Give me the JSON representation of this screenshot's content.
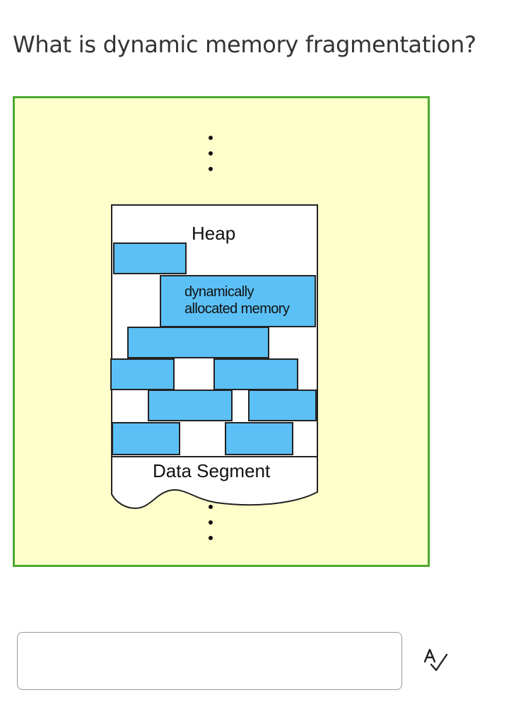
{
  "question": {
    "title": "What is dynamic memory fragmentation?"
  },
  "figure": {
    "heap_label": "Heap",
    "dynamic_label_line1": "dynamically",
    "dynamic_label_line2": "allocated memory",
    "data_segment_label": "Data Segment",
    "colors": {
      "background": "#ffffcc",
      "border": "#4ea82e",
      "block_fill": "#5bc0f5",
      "outline": "#222222"
    }
  },
  "answer": {
    "value": "",
    "placeholder": ""
  },
  "toolbar": {
    "spellcheck_icon": "spellcheck-icon"
  }
}
